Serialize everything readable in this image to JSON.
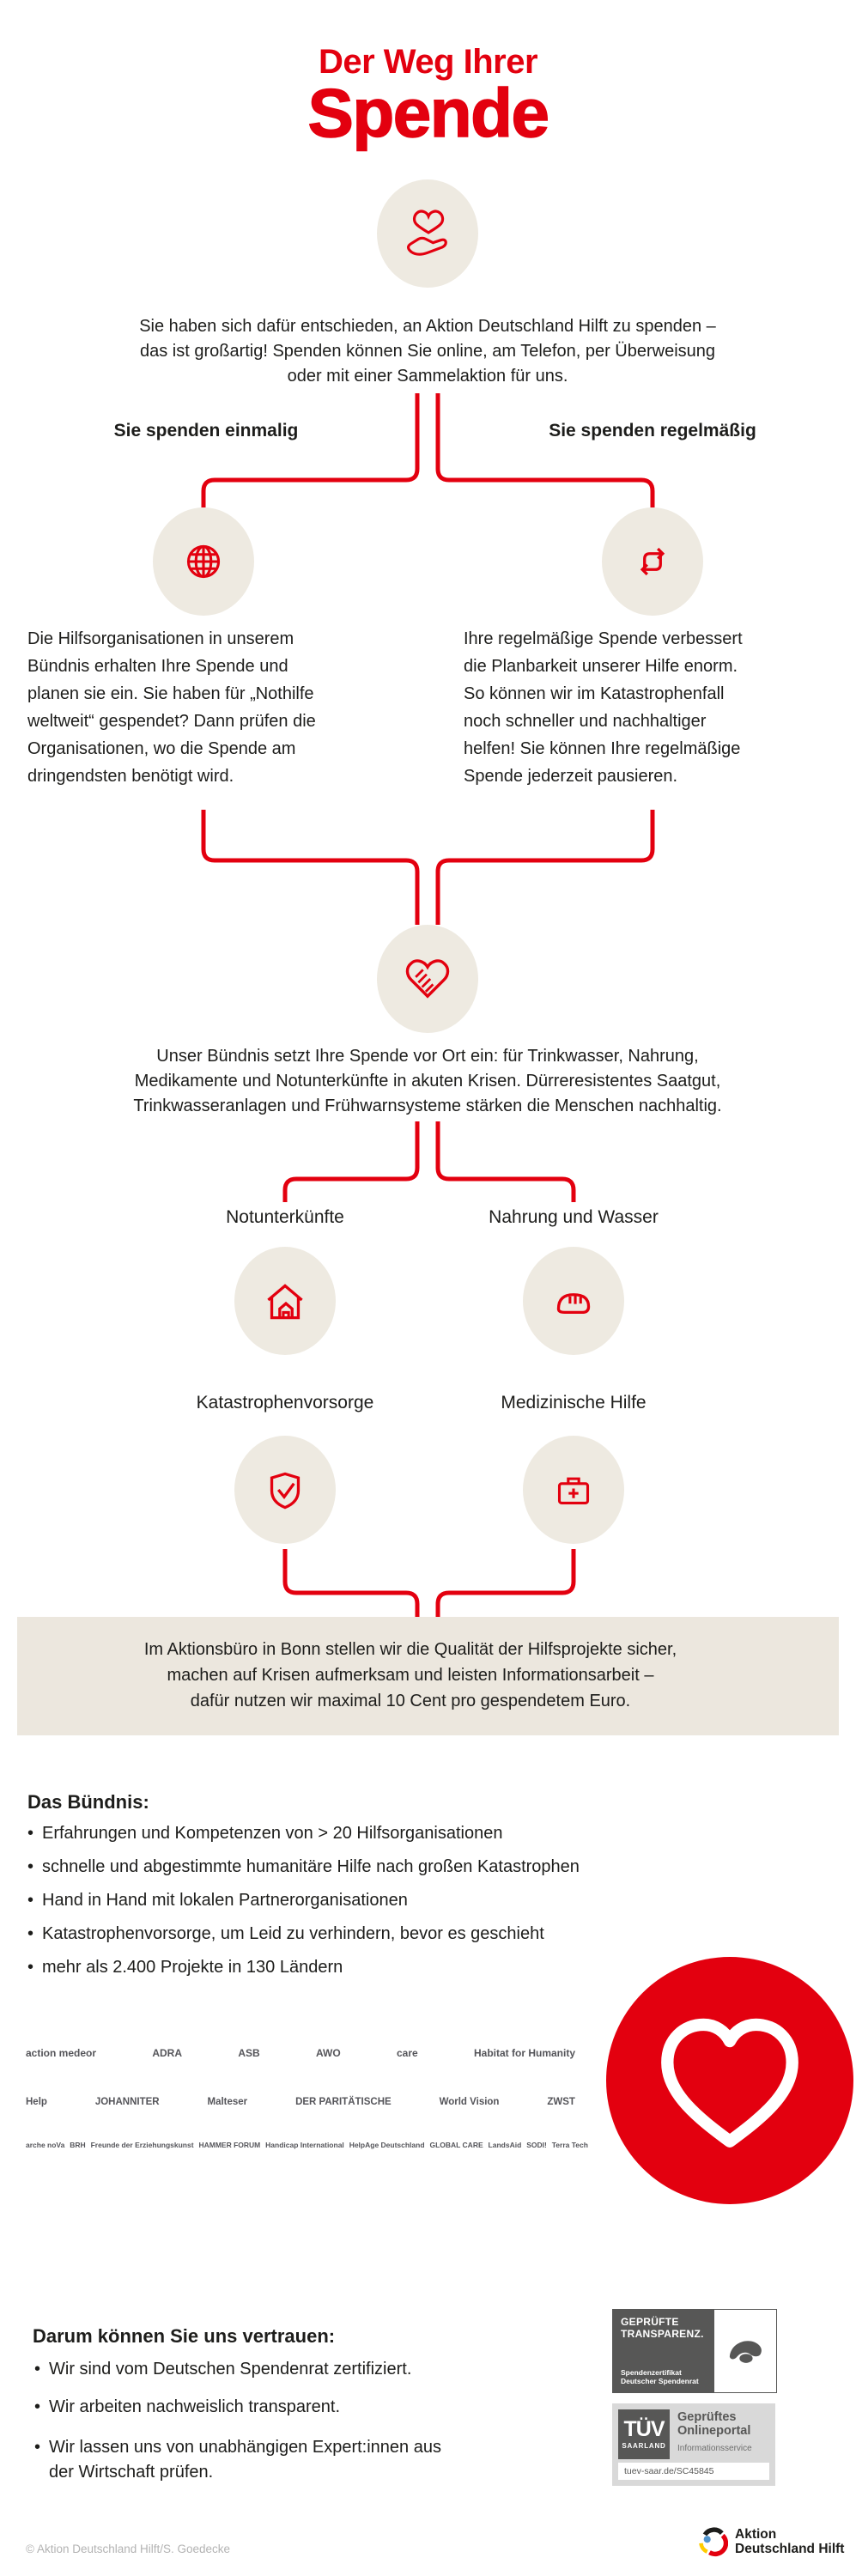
{
  "colors": {
    "brand_red": "#e3000f",
    "blob_beige": "#eeeae1",
    "box_beige": "#ece7de",
    "text_black": "#1d1d1b",
    "badge_gray": "#575756",
    "footer_gray": "#b3b3b3"
  },
  "title": {
    "line1": "Der Weg Ihrer",
    "line2": "Spende"
  },
  "intro": {
    "text": "Sie haben sich dafür entschieden, an Aktion Deutschland Hilft zu spenden –\ndas ist großartig! Spenden können Sie online, am Telefon, per Überweisung\noder mit einer Sammelaktion für uns."
  },
  "branch_once": {
    "label": "Sie spenden einmalig",
    "text": "Die Hilfsorganisationen in unserem\nBündnis erhalten Ihre Spende und\nplanen sie ein. Sie haben für „Nothilfe\nweltweit“ gespendet? Dann prüfen die\nOrganisationen, wo die Spende am\ndringendsten benötigt wird."
  },
  "branch_regular": {
    "label": "Sie spenden regelmäßig",
    "text": "Ihre regelmäßige Spende verbessert\ndie Planbarkeit unserer Hilfe enorm.\nSo können wir im Katastrophenfall\nnoch schneller und nachhaltiger\nhelfen! Sie können Ihre regelmäßige\nSpende jederzeit pausieren."
  },
  "deployment": {
    "text": "Unser Bündnis setzt Ihre Spende vor Ort ein: für Trinkwasser, Nahrung,\nMedikamente und Notunterkünfte in akuten Krisen. Dürreresistentes Saatgut,\nTrinkwasseranlagen und Frühwarnsysteme stärken die Menschen nachhaltig."
  },
  "categories": {
    "shelter": {
      "label": "Notunterkünfte"
    },
    "food": {
      "label": "Nahrung und Wasser"
    },
    "preparedness": {
      "label": "Katastrophenvorsorge"
    },
    "medical": {
      "label": "Medizinische Hilfe"
    }
  },
  "office": {
    "text": "Im Aktionsbüro in Bonn stellen wir die Qualität der Hilfsprojekte sicher,\nmachen auf Krisen aufmerksam und leisten Informationsarbeit –\ndafür nutzen wir maximal 10 Cent pro gespendetem Euro."
  },
  "alliance": {
    "heading": "Das Bündnis:",
    "bullets": [
      "Erfahrungen und Kompetenzen von > 20 Hilfsorganisationen",
      "schnelle und abgestimmte humanitäre Hilfe nach großen Katastrophen",
      "Hand in Hand mit lokalen Partnerorganisationen",
      "Katastrophenvorsorge, um Leid zu verhindern, bevor es geschieht",
      "mehr als 2.400 Projekte in 130 Ländern"
    ]
  },
  "partners": {
    "row1": [
      "action medeor",
      "ADRA",
      "ASB",
      "AWO",
      "care",
      "Habitat for Humanity"
    ],
    "row2": [
      "Help",
      "JOHANNITER",
      "Malteser",
      "DER PARITÄTISCHE",
      "World Vision",
      "ZWST"
    ],
    "row3": [
      "arche noVa",
      "BRH",
      "Freunde der Erziehungskunst",
      "HAMMER FORUM",
      "Handicap International",
      "HelpAge Deutschland",
      "GLOBAL CARE",
      "LandsAid",
      "SODI!",
      "Terra Tech"
    ]
  },
  "trust": {
    "heading": "Darum können Sie uns vertrauen:",
    "bullets": [
      "Wir sind vom Deutschen Spendenrat zertifiziert.",
      "Wir arbeiten nachweislich transparent.",
      "Wir lassen uns von unabhängigen Expert:innen aus\nder Wirtschaft prüfen."
    ]
  },
  "badges": {
    "spendenrat": {
      "title": "GEPRÜFTE\nTRANSPARENZ.",
      "subtitle": "Spendenzertifikat\nDeutscher Spendenrat"
    },
    "tuev": {
      "brand": "TÜV",
      "region": "SAARLAND",
      "title": "Geprüftes\nOnlineportal",
      "subtitle": "Informationsservice",
      "code": "tuev-saar.de/SC45845"
    }
  },
  "footer": {
    "copyright": "© Aktion Deutschland Hilft/S. Goedecke",
    "logo_text": "Aktion\nDeutschland Hilft"
  },
  "icons": {
    "top": "heart-in-hand-icon",
    "once": "globe-icon",
    "regular": "repeat-arrows-icon",
    "merge": "handshake-heart-icon",
    "shelter": "house-icon",
    "food": "bread-icon",
    "preparedness": "shield-check-icon",
    "medical": "first-aid-kit-icon",
    "big": "heart-icon"
  }
}
